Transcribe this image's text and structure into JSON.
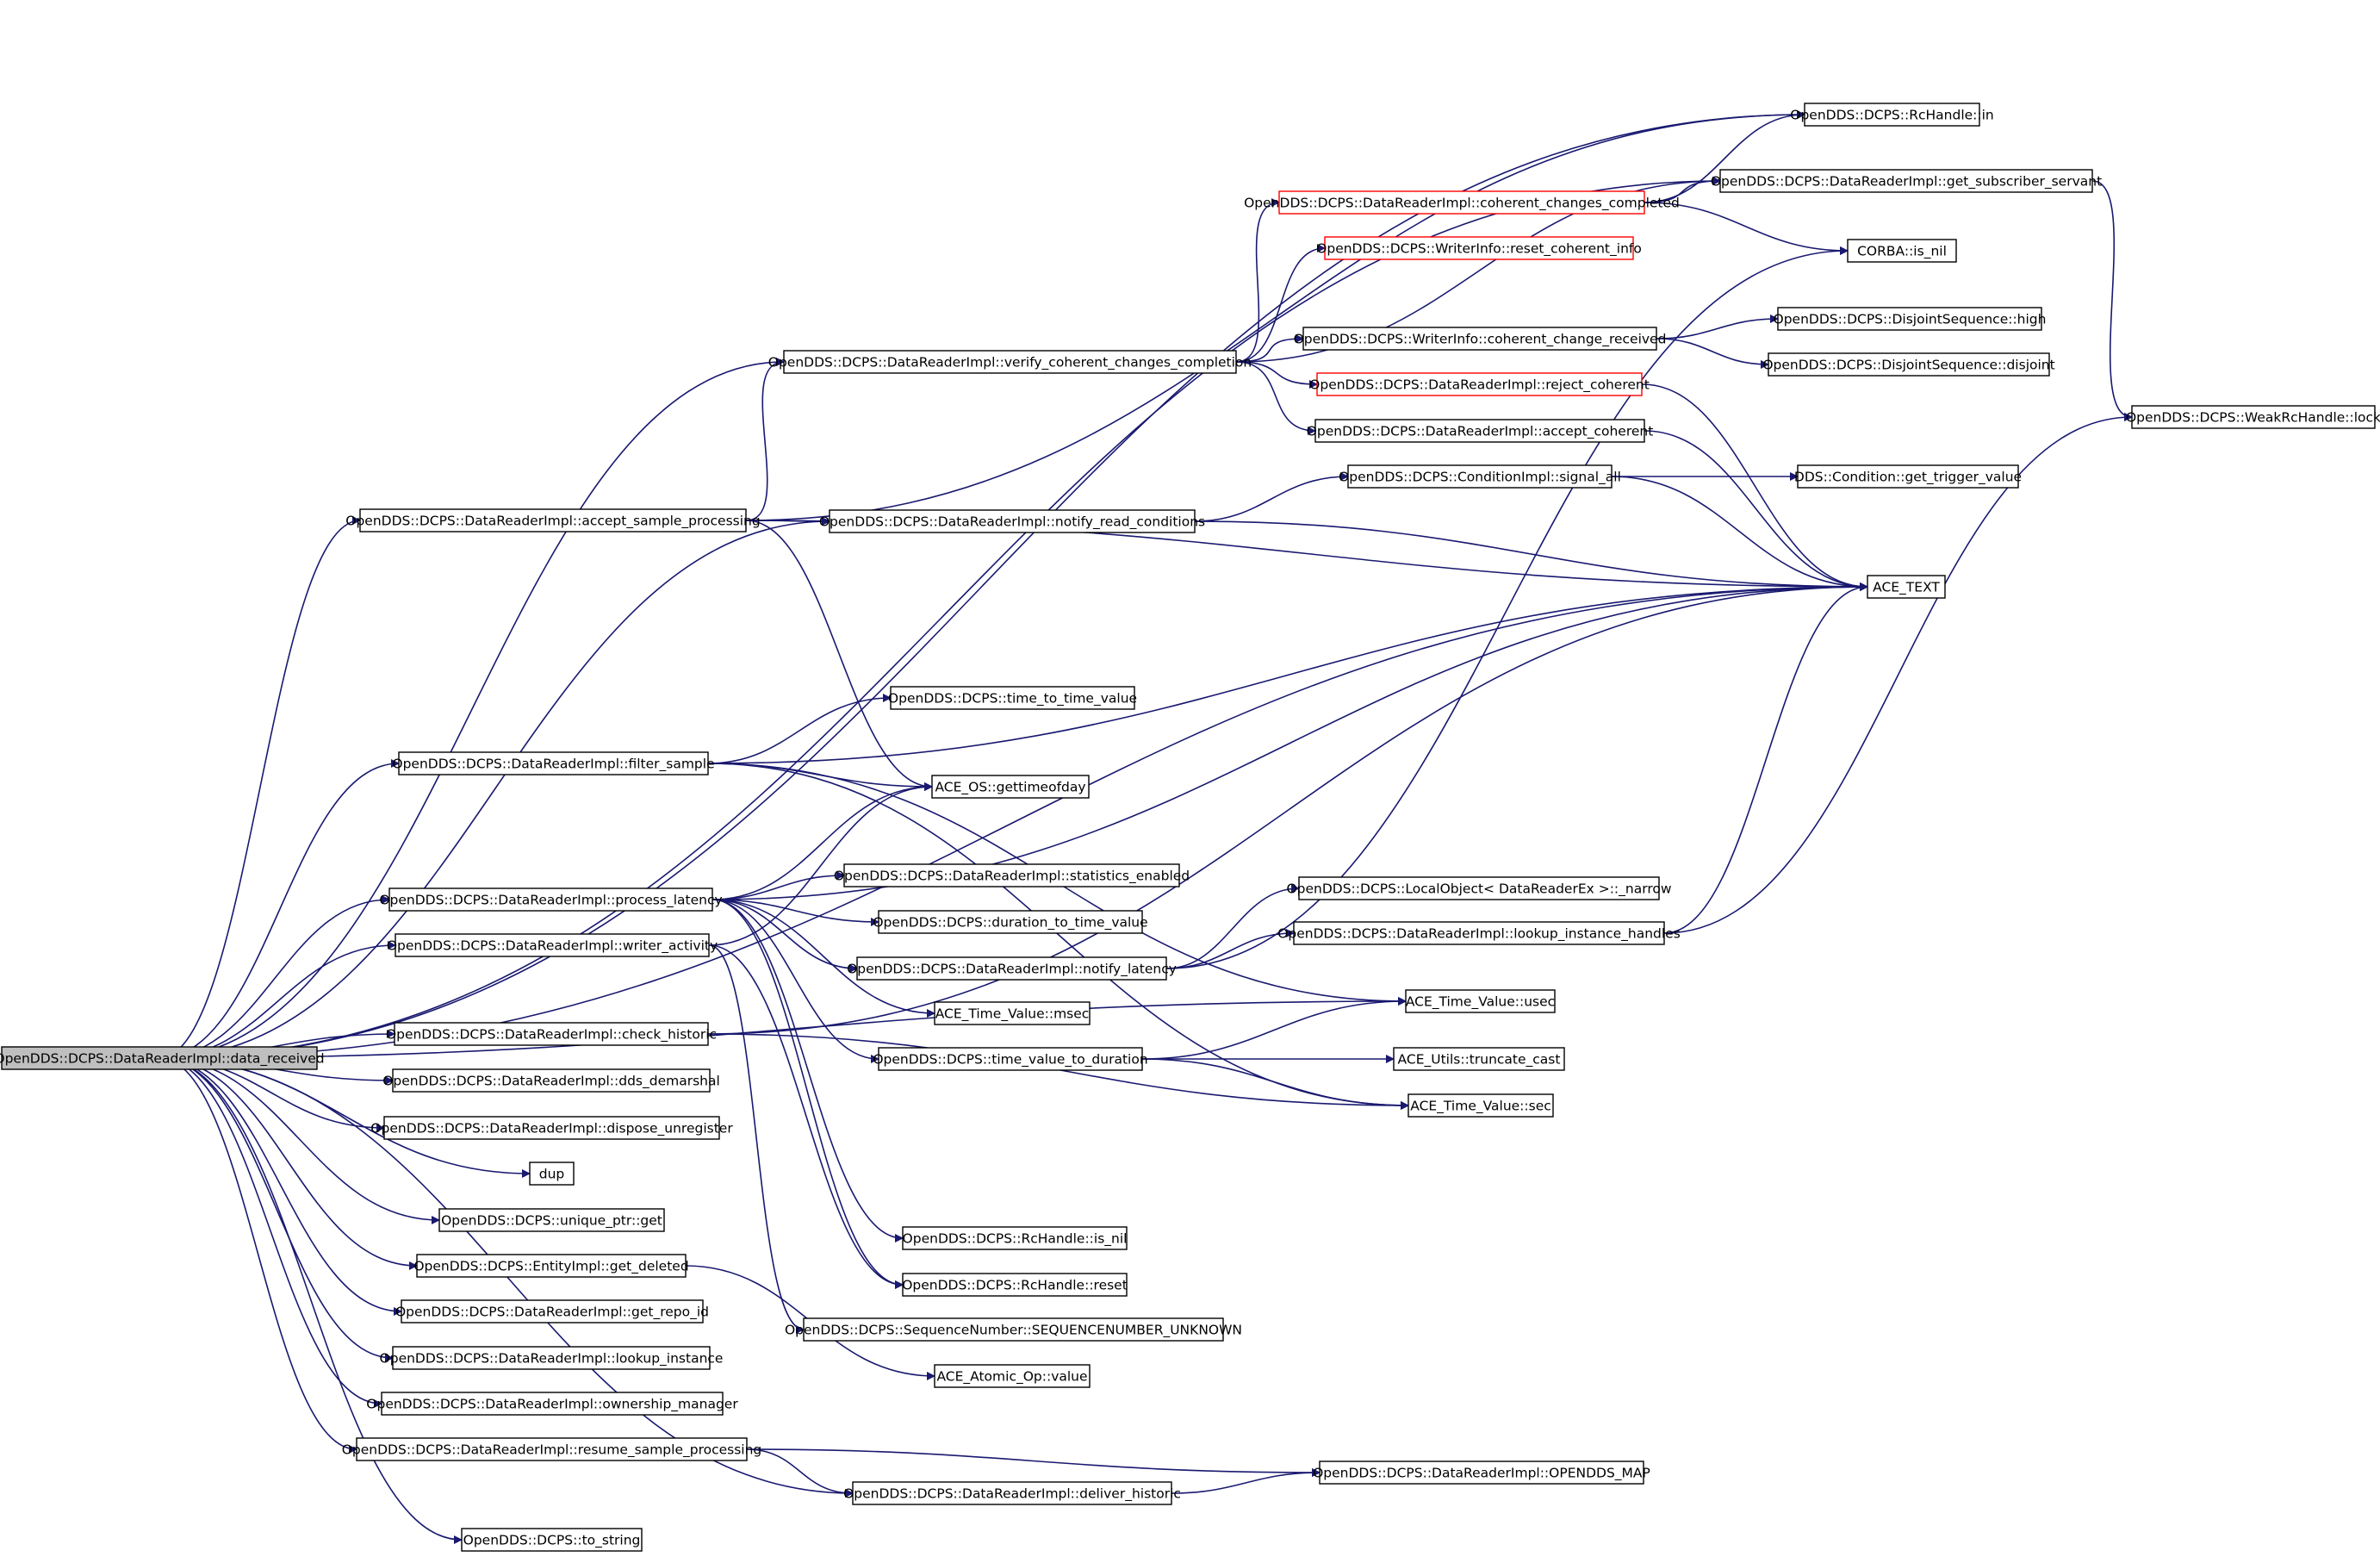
{
  "graph": {
    "edge_color": "#191970",
    "node_border_color": "#000000",
    "highlight_border_color": "#ff0000",
    "root_fill": "#bfbfbf",
    "nodes": [
      {
        "id": "data_received",
        "label": "OpenDDS::DCPS::DataReaderImpl::data_received",
        "style": "root"
      },
      {
        "id": "rchandle_in",
        "label": "OpenDDS::DCPS::RcHandle::in",
        "style": "normal"
      },
      {
        "id": "get_subscriber_servant",
        "label": "OpenDDS::DCPS::DataReaderImpl::get_subscriber_servant",
        "style": "normal"
      },
      {
        "id": "coherent_changes_completed",
        "label": "OpenDDS::DCPS::DataReaderImpl::coherent_changes_completed",
        "style": "red"
      },
      {
        "id": "reset_coherent_info",
        "label": "OpenDDS::DCPS::WriterInfo::reset_coherent_info",
        "style": "red"
      },
      {
        "id": "corba_is_nil",
        "label": "CORBA::is_nil",
        "style": "normal"
      },
      {
        "id": "disjoint_high",
        "label": "OpenDDS::DCPS::DisjointSequence::high",
        "style": "normal"
      },
      {
        "id": "coherent_change_received",
        "label": "OpenDDS::DCPS::WriterInfo::coherent_change_received",
        "style": "normal"
      },
      {
        "id": "disjoint_disjoint",
        "label": "OpenDDS::DCPS::DisjointSequence::disjoint",
        "style": "normal"
      },
      {
        "id": "verify_coherent",
        "label": "OpenDDS::DCPS::DataReaderImpl::verify_coherent_changes_completion",
        "style": "normal"
      },
      {
        "id": "reject_coherent",
        "label": "OpenDDS::DCPS::DataReaderImpl::reject_coherent",
        "style": "red"
      },
      {
        "id": "accept_coherent",
        "label": "OpenDDS::DCPS::DataReaderImpl::accept_coherent",
        "style": "normal"
      },
      {
        "id": "weak_lock",
        "label": "OpenDDS::DCPS::WeakRcHandle::lock",
        "style": "normal"
      },
      {
        "id": "signal_all",
        "label": "OpenDDS::DCPS::ConditionImpl::signal_all",
        "style": "normal"
      },
      {
        "id": "get_trigger_value",
        "label": "DDS::Condition::get_trigger_value",
        "style": "normal"
      },
      {
        "id": "accept_sample_processing",
        "label": "OpenDDS::DCPS::DataReaderImpl::accept_sample_processing",
        "style": "normal"
      },
      {
        "id": "notify_read_conditions",
        "label": "OpenDDS::DCPS::DataReaderImpl::notify_read_conditions",
        "style": "normal"
      },
      {
        "id": "ace_text",
        "label": "ACE_TEXT",
        "style": "normal"
      },
      {
        "id": "time_to_time_value",
        "label": "OpenDDS::DCPS::time_to_time_value",
        "style": "normal"
      },
      {
        "id": "filter_sample",
        "label": "OpenDDS::DCPS::DataReaderImpl::filter_sample",
        "style": "normal"
      },
      {
        "id": "gettimeofday",
        "label": "ACE_OS::gettimeofday",
        "style": "normal"
      },
      {
        "id": "statistics_enabled",
        "label": "OpenDDS::DCPS::DataReaderImpl::statistics_enabled",
        "style": "normal"
      },
      {
        "id": "local_object_narrow",
        "label": "OpenDDS::DCPS::LocalObject< DataReaderEx >::_narrow",
        "style": "normal"
      },
      {
        "id": "process_latency",
        "label": "OpenDDS::DCPS::DataReaderImpl::process_latency",
        "style": "normal"
      },
      {
        "id": "duration_to_time_value",
        "label": "OpenDDS::DCPS::duration_to_time_value",
        "style": "normal"
      },
      {
        "id": "lookup_instance_handles",
        "label": "OpenDDS::DCPS::DataReaderImpl::lookup_instance_handles",
        "style": "normal"
      },
      {
        "id": "writer_activity",
        "label": "OpenDDS::DCPS::DataReaderImpl::writer_activity",
        "style": "normal"
      },
      {
        "id": "notify_latency",
        "label": "OpenDDS::DCPS::DataReaderImpl::notify_latency",
        "style": "normal"
      },
      {
        "id": "tv_usec",
        "label": "ACE_Time_Value::usec",
        "style": "normal"
      },
      {
        "id": "tv_msec",
        "label": "ACE_Time_Value::msec",
        "style": "normal"
      },
      {
        "id": "check_historic",
        "label": "OpenDDS::DCPS::DataReaderImpl::check_historic",
        "style": "normal"
      },
      {
        "id": "time_value_to_duration",
        "label": "OpenDDS::DCPS::time_value_to_duration",
        "style": "normal"
      },
      {
        "id": "truncate_cast",
        "label": "ACE_Utils::truncate_cast",
        "style": "normal"
      },
      {
        "id": "dds_demarshal",
        "label": "OpenDDS::DCPS::DataReaderImpl::dds_demarshal",
        "style": "normal"
      },
      {
        "id": "tv_sec",
        "label": "ACE_Time_Value::sec",
        "style": "normal"
      },
      {
        "id": "dispose_unregister",
        "label": "OpenDDS::DCPS::DataReaderImpl::dispose_unregister",
        "style": "normal"
      },
      {
        "id": "dup",
        "label": "dup",
        "style": "normal"
      },
      {
        "id": "unique_ptr_get",
        "label": "OpenDDS::DCPS::unique_ptr::get",
        "style": "normal"
      },
      {
        "id": "rchandle_is_nil",
        "label": "OpenDDS::DCPS::RcHandle::is_nil",
        "style": "normal"
      },
      {
        "id": "get_deleted",
        "label": "OpenDDS::DCPS::EntityImpl::get_deleted",
        "style": "normal"
      },
      {
        "id": "rchandle_reset",
        "label": "OpenDDS::DCPS::RcHandle::reset",
        "style": "normal"
      },
      {
        "id": "get_repo_id",
        "label": "OpenDDS::DCPS::DataReaderImpl::get_repo_id",
        "style": "normal"
      },
      {
        "id": "seq_unknown",
        "label": "OpenDDS::DCPS::SequenceNumber::SEQUENCENUMBER_UNKNOWN",
        "style": "normal"
      },
      {
        "id": "lookup_instance",
        "label": "OpenDDS::DCPS::DataReaderImpl::lookup_instance",
        "style": "normal"
      },
      {
        "id": "atomic_value",
        "label": "ACE_Atomic_Op::value",
        "style": "normal"
      },
      {
        "id": "ownership_manager",
        "label": "OpenDDS::DCPS::DataReaderImpl::ownership_manager",
        "style": "normal"
      },
      {
        "id": "resume_sample_processing",
        "label": "OpenDDS::DCPS::DataReaderImpl::resume_sample_processing",
        "style": "normal"
      },
      {
        "id": "opendds_map",
        "label": "OpenDDS::DCPS::DataReaderImpl::OPENDDS_MAP",
        "style": "normal"
      },
      {
        "id": "deliver_historic",
        "label": "OpenDDS::DCPS::DataReaderImpl::deliver_historic",
        "style": "normal"
      },
      {
        "id": "to_string",
        "label": "OpenDDS::DCPS::to_string",
        "style": "normal"
      }
    ],
    "edges": [
      [
        "data_received",
        "rchandle_in"
      ],
      [
        "data_received",
        "get_subscriber_servant"
      ],
      [
        "data_received",
        "verify_coherent"
      ],
      [
        "data_received",
        "accept_sample_processing"
      ],
      [
        "data_received",
        "notify_read_conditions"
      ],
      [
        "data_received",
        "ace_text"
      ],
      [
        "data_received",
        "filter_sample"
      ],
      [
        "data_received",
        "process_latency"
      ],
      [
        "data_received",
        "writer_activity"
      ],
      [
        "data_received",
        "check_historic"
      ],
      [
        "data_received",
        "tv_usec"
      ],
      [
        "data_received",
        "dds_demarshal"
      ],
      [
        "data_received",
        "dispose_unregister"
      ],
      [
        "data_received",
        "dup"
      ],
      [
        "data_received",
        "unique_ptr_get"
      ],
      [
        "data_received",
        "get_deleted"
      ],
      [
        "data_received",
        "get_repo_id"
      ],
      [
        "data_received",
        "lookup_instance"
      ],
      [
        "data_received",
        "ownership_manager"
      ],
      [
        "data_received",
        "resume_sample_processing"
      ],
      [
        "data_received",
        "deliver_historic"
      ],
      [
        "data_received",
        "to_string"
      ],
      [
        "get_subscriber_servant",
        "weak_lock"
      ],
      [
        "coherent_changes_completed",
        "rchandle_in"
      ],
      [
        "coherent_changes_completed",
        "get_subscriber_servant"
      ],
      [
        "coherent_changes_completed",
        "corba_is_nil"
      ],
      [
        "coherent_change_received",
        "disjoint_high"
      ],
      [
        "coherent_change_received",
        "disjoint_disjoint"
      ],
      [
        "verify_coherent",
        "get_subscriber_servant"
      ],
      [
        "verify_coherent",
        "coherent_changes_completed"
      ],
      [
        "verify_coherent",
        "reset_coherent_info"
      ],
      [
        "verify_coherent",
        "coherent_change_received"
      ],
      [
        "verify_coherent",
        "reject_coherent"
      ],
      [
        "verify_coherent",
        "accept_coherent"
      ],
      [
        "reject_coherent",
        "ace_text"
      ],
      [
        "accept_coherent",
        "ace_text"
      ],
      [
        "signal_all",
        "get_trigger_value"
      ],
      [
        "signal_all",
        "ace_text"
      ],
      [
        "accept_sample_processing",
        "rchandle_in"
      ],
      [
        "accept_sample_processing",
        "verify_coherent"
      ],
      [
        "accept_sample_processing",
        "notify_read_conditions"
      ],
      [
        "accept_sample_processing",
        "ace_text"
      ],
      [
        "accept_sample_processing",
        "gettimeofday"
      ],
      [
        "notify_read_conditions",
        "signal_all"
      ],
      [
        "notify_read_conditions",
        "ace_text"
      ],
      [
        "filter_sample",
        "ace_text"
      ],
      [
        "filter_sample",
        "time_to_time_value"
      ],
      [
        "filter_sample",
        "gettimeofday"
      ],
      [
        "filter_sample",
        "tv_usec"
      ],
      [
        "filter_sample",
        "tv_sec"
      ],
      [
        "process_latency",
        "gettimeofday"
      ],
      [
        "process_latency",
        "ace_text"
      ],
      [
        "process_latency",
        "statistics_enabled"
      ],
      [
        "process_latency",
        "duration_to_time_value"
      ],
      [
        "process_latency",
        "notify_latency"
      ],
      [
        "process_latency",
        "tv_msec"
      ],
      [
        "process_latency",
        "time_value_to_duration"
      ],
      [
        "process_latency",
        "rchandle_is_nil"
      ],
      [
        "process_latency",
        "rchandle_reset"
      ],
      [
        "lookup_instance_handles",
        "ace_text"
      ],
      [
        "lookup_instance_handles",
        "weak_lock"
      ],
      [
        "writer_activity",
        "gettimeofday"
      ],
      [
        "writer_activity",
        "rchandle_reset"
      ],
      [
        "writer_activity",
        "seq_unknown"
      ],
      [
        "notify_latency",
        "corba_is_nil"
      ],
      [
        "notify_latency",
        "local_object_narrow"
      ],
      [
        "notify_latency",
        "lookup_instance_handles"
      ],
      [
        "check_historic",
        "tv_sec"
      ],
      [
        "check_historic",
        "ace_text"
      ],
      [
        "time_value_to_duration",
        "tv_usec"
      ],
      [
        "time_value_to_duration",
        "truncate_cast"
      ],
      [
        "time_value_to_duration",
        "tv_sec"
      ],
      [
        "get_deleted",
        "atomic_value"
      ],
      [
        "resume_sample_processing",
        "opendds_map"
      ],
      [
        "resume_sample_processing",
        "deliver_historic"
      ],
      [
        "deliver_historic",
        "opendds_map"
      ]
    ]
  }
}
